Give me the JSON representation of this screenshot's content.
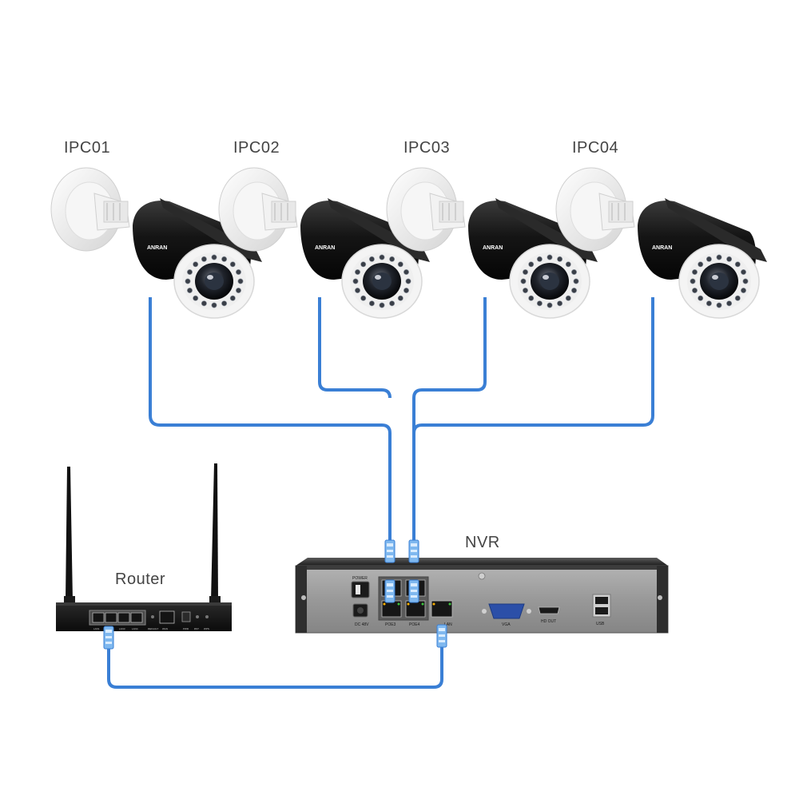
{
  "diagram": {
    "cameras": [
      {
        "label": "IPC01",
        "brand": "ANRAN"
      },
      {
        "label": "IPC02",
        "brand": "ANRAN"
      },
      {
        "label": "IPC03",
        "brand": "ANRAN"
      },
      {
        "label": "IPC04",
        "brand": "ANRAN"
      }
    ],
    "nvr": {
      "label": "NVR",
      "port_labels": {
        "power": "POWER",
        "dc": "DC 48V",
        "poe3": "POE3",
        "poe4": "POE4",
        "lan": "LAN",
        "vga": "VGA",
        "hdmi": "HD OUT",
        "usb": "USB"
      }
    },
    "router": {
      "label": "Router",
      "port_labels": [
        "LAN1",
        "LAN2",
        "LAN3",
        "LAN4",
        "WAN",
        "DEFAULT",
        "RST",
        "PWR",
        "WPS"
      ]
    },
    "colors": {
      "cable": "#3a7fd5",
      "camera_body": "#1b1b1b",
      "camera_mount": "#eeeeee",
      "nvr_panel": "#9a9a9a",
      "label_text": "#444444"
    }
  }
}
